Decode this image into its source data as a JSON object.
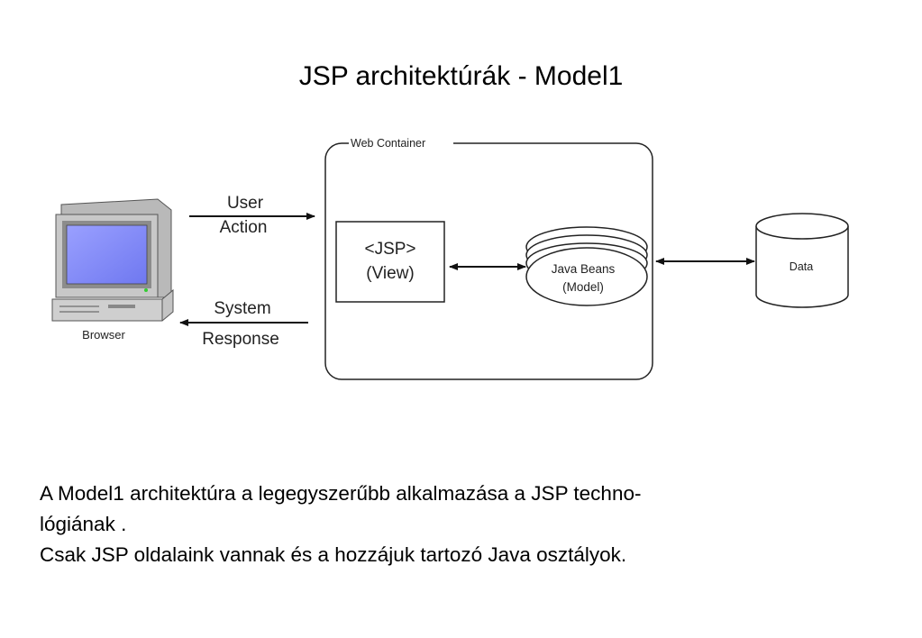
{
  "title": "JSP architektúrák - Model1",
  "diagram": {
    "container_label": "Web Container",
    "browser_label": "Browser",
    "user_action": [
      "User",
      "Action"
    ],
    "system_response": [
      "System",
      "Response"
    ],
    "jsp_box": [
      "<JSP>",
      "(View)"
    ],
    "beans": [
      "Java Beans",
      "(Model)"
    ],
    "data_label": "Data"
  },
  "text": {
    "line1": "A Model1 architektúra a legegyszerűbb alkalmazása a JSP techno-",
    "line2": "lógiának .",
    "line3": "Csak JSP oldalaink vannak és a hozzájuk tartozó Java osztályok."
  }
}
